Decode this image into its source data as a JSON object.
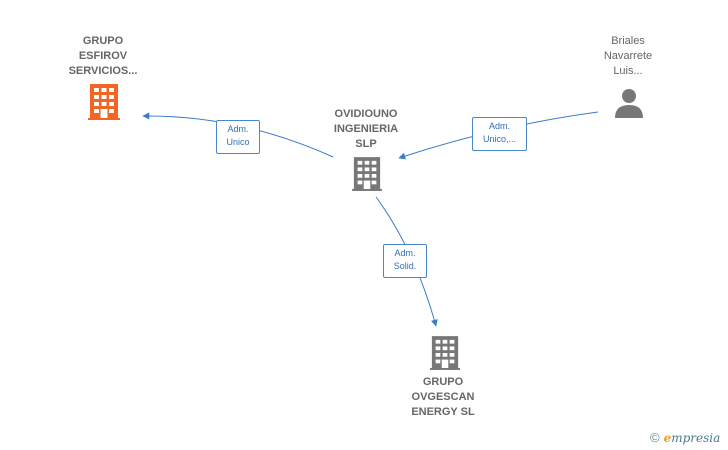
{
  "nodes": {
    "grupo_esfirov": {
      "lines": [
        "GRUPO",
        "ESFIROV",
        "SERVICIOS..."
      ],
      "type": "company",
      "color": "#f26522"
    },
    "ovidiouno": {
      "lines": [
        "OVIDIOUNO",
        "INGENIERIA",
        "SLP"
      ],
      "type": "company",
      "color": "#777777"
    },
    "briales": {
      "lines": [
        "Briales",
        "Navarrete",
        "Luis..."
      ],
      "type": "person",
      "color": "#777777"
    },
    "grupo_ovgescan": {
      "lines": [
        "GRUPO",
        "OVGESCAN",
        "ENERGY  SL"
      ],
      "type": "company",
      "color": "#777777"
    }
  },
  "edges": {
    "ovidiouno_to_esfirov": {
      "lines": [
        "Adm.",
        "Unico"
      ]
    },
    "briales_to_ovidiouno": {
      "lines": [
        "Adm.",
        "Unico,..."
      ]
    },
    "ovidiouno_to_ovgescan": {
      "lines": [
        "Adm.",
        "Solid."
      ]
    }
  },
  "colors": {
    "edge": "#3a7cc7",
    "company": "#777777",
    "highlight": "#f26522"
  },
  "brand": {
    "copyright": "©",
    "first": "e",
    "rest": "mpresia"
  }
}
